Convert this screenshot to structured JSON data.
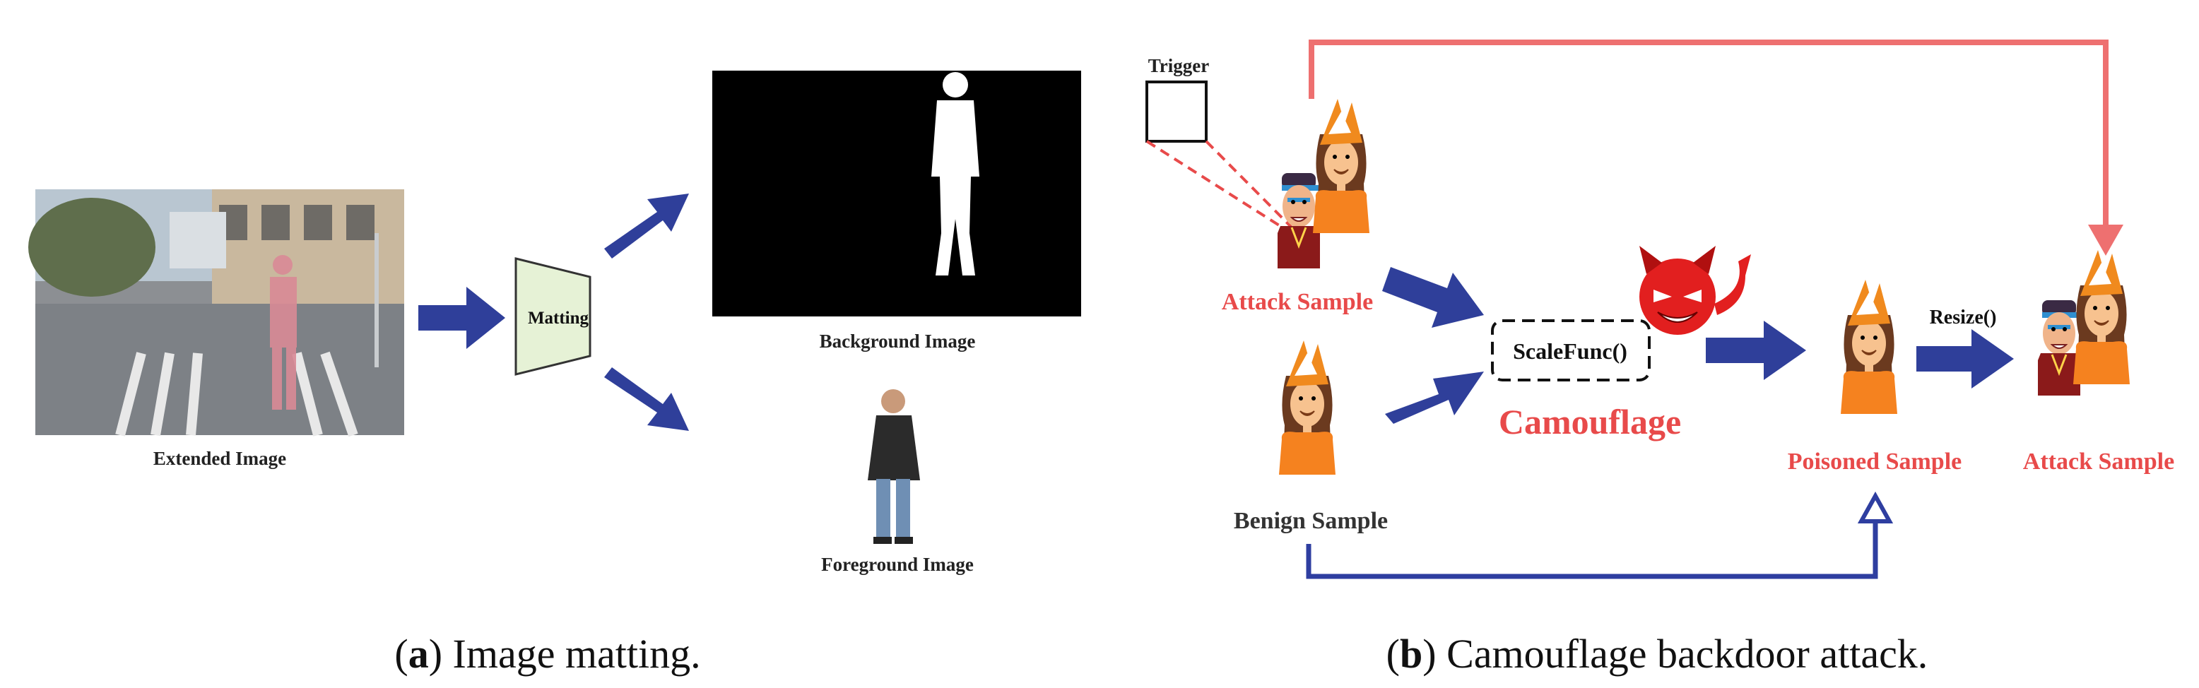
{
  "panel_a": {
    "extended_label": "Extended Image",
    "matting_label": "Matting",
    "background_label": "Background Image",
    "foreground_label": "Foreground Image",
    "caption_letter": "a",
    "caption_text": "Image matting."
  },
  "panel_b": {
    "trigger_label": "Trigger",
    "attack_sample_label": "Attack Sample",
    "benign_sample_label": "Benign Sample",
    "scalefunc_label": "ScaleFunc()",
    "camouflage_label": "Camouflage",
    "poisoned_sample_label": "Poisoned Sample",
    "resize_label": "Resize()",
    "attack_sample_out_label": "Attack Sample",
    "caption_letter": "b",
    "caption_text": "Camouflage backdoor attack."
  },
  "colors": {
    "arrow_blue": "#2F3F9A",
    "arrow_red": "#EE7070",
    "red_text": "#E84A4A",
    "line_blue": "#2E3EA0",
    "matting_fill": "#E6F2D6"
  },
  "icons": [
    "person-silhouette-icon",
    "man-with-cap-icon",
    "woman-with-fox-hat-icon",
    "devil-face-icon",
    "trigger-square-icon"
  ]
}
